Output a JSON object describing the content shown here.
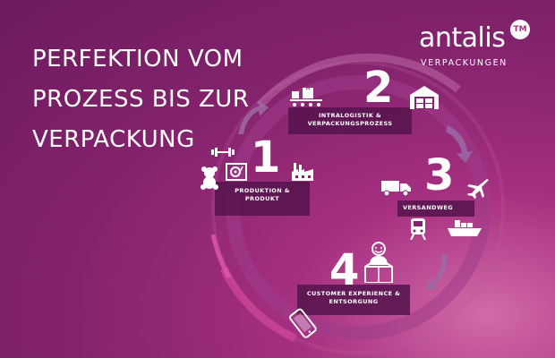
{
  "headline": {
    "line1": "PERFEKTION VOM",
    "line2": "PROZESS BIS ZUR",
    "line3": "VERPACKUNG"
  },
  "logo": {
    "word": "antalis",
    "badge": "TM",
    "subtitle": "VERPACKUNGEN"
  },
  "steps": [
    {
      "number": "1",
      "label_line1": "PRODUKTION &",
      "label_line2": "PRODUKT"
    },
    {
      "number": "2",
      "label_line1": "INTRALOGISTIK &",
      "label_line2": "VERPACKUNGSPROZESS"
    },
    {
      "number": "3",
      "label_line1": "VERSANDWEG",
      "label_line2": ""
    },
    {
      "number": "4",
      "label_line1": "CUSTOMER EXPERIENCE &",
      "label_line2": "ENTSORGUNG"
    }
  ],
  "colors": {
    "background": "#84236d",
    "label_box": "#56144e",
    "ring": "#9e3d8b"
  },
  "icons": [
    "dumbbell-icon",
    "teddy-bear-icon",
    "record-player-icon",
    "factory-icon",
    "conveyor-icon",
    "warehouse-icon",
    "truck-icon",
    "airplane-icon",
    "train-icon",
    "ship-icon",
    "person-icon",
    "box-icon",
    "phone-icon",
    "arrow-icon"
  ]
}
